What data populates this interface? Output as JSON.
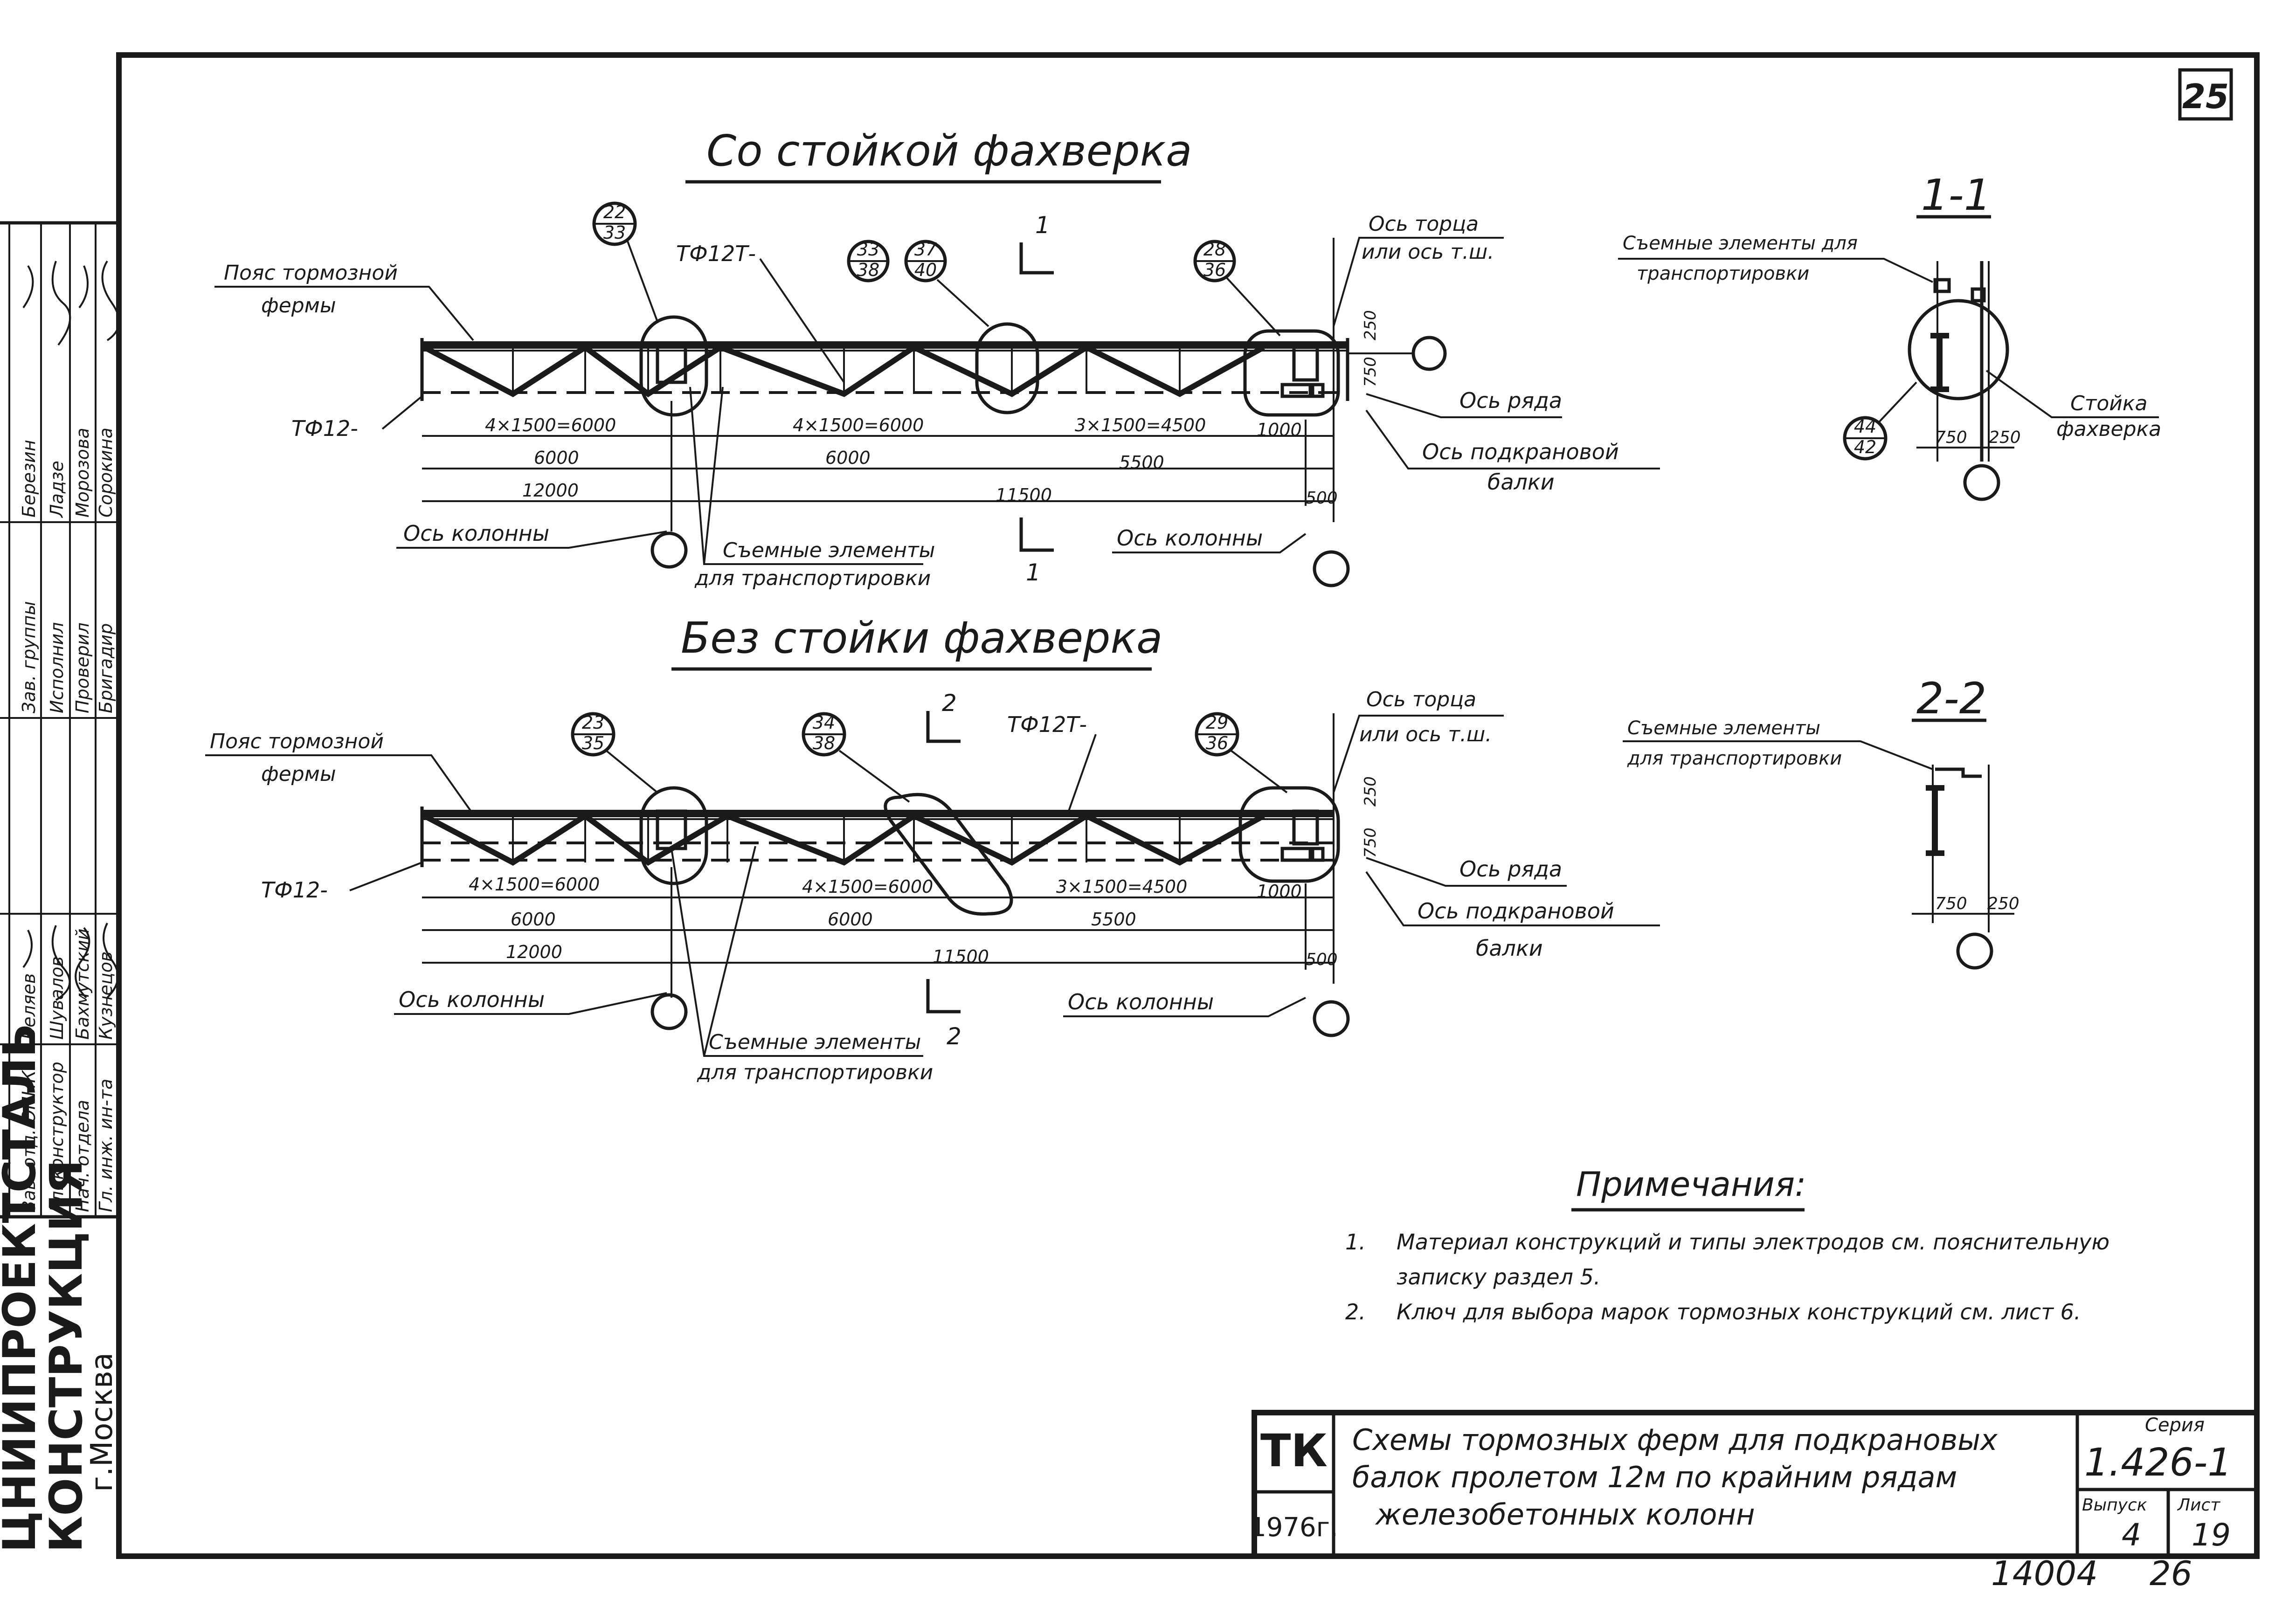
{
  "sheet": {
    "page_number": "25",
    "archive_number": "14004",
    "archive_page": "26"
  },
  "org": {
    "line1": "ЦНИИПРОЕКТСТАЛЬ",
    "line2": "КОНСТРУКЦИЯ",
    "line3": "г.Москва"
  },
  "approvals": {
    "roles": [
      "Гл. инж. ин-та",
      "Нач. отдела",
      "Гл. конструктор",
      "Зав. отд. ОПНК",
      "Бригадир",
      "Проверил",
      "Исполнил",
      "Зав. группы"
    ],
    "names": [
      "Кузнецов",
      "Бахмутский",
      "Шувалов",
      "Беляев",
      "Сорокина",
      "Морозова",
      "Ладзе",
      "Березин"
    ]
  },
  "diagram1": {
    "title": "Со стойкой фахверка",
    "chord_label": [
      "Пояс тормозной",
      "фермы"
    ],
    "truss_mark": "ТФ12Т-",
    "end_mark": "ТФ12-",
    "bubbles": [
      {
        "top": "22",
        "bottom": "33"
      },
      {
        "top": "33",
        "bottom": "38"
      },
      {
        "top": "37",
        "bottom": "40"
      },
      {
        "top": "28",
        "bottom": "36"
      }
    ],
    "section_mark": "1",
    "end_axis": [
      "Ось торца",
      "или ось т.ш."
    ],
    "row_axis": "Ось ряда",
    "beam_axis": [
      "Ось подкрановой",
      "балки"
    ],
    "column_axis_left": "Ось колонны",
    "column_axis_right": "Ось колонны",
    "removable": [
      "Съемные элементы",
      "для транспортировки"
    ],
    "dims_row1": [
      "4×1500=6000",
      "4×1500=6000",
      "3×1500=4500",
      "1000"
    ],
    "dims_row2": [
      "6000",
      "6000",
      "5500"
    ],
    "dims_row3": [
      "12000",
      "11500",
      "500"
    ],
    "vert_dims": [
      "250",
      "750"
    ]
  },
  "diagram2": {
    "title": "Без стойки фахверка",
    "chord_label": [
      "Пояс тормозной",
      "фермы"
    ],
    "truss_mark": "ТФ12Т-",
    "end_mark": "ТФ12-",
    "bubbles": [
      {
        "top": "23",
        "bottom": "35"
      },
      {
        "top": "34",
        "bottom": "38"
      },
      {
        "top": "29",
        "bottom": "36"
      }
    ],
    "section_mark": "2",
    "end_axis": [
      "Ось торца",
      "или ось т.ш."
    ],
    "row_axis": "Ось ряда",
    "beam_axis": [
      "Ось подкрановой",
      "балки"
    ],
    "column_axis_left": "Ось колонны",
    "column_axis_right": "Ось колонны",
    "removable": [
      "Съемные элементы",
      "для транспортировки"
    ],
    "dims_row1": [
      "4×1500=6000",
      "4×1500=6000",
      "3×1500=4500",
      "1000"
    ],
    "dims_row2": [
      "6000",
      "6000",
      "5500"
    ],
    "dims_row3": [
      "12000",
      "11500",
      "500"
    ],
    "vert_dims": [
      "250",
      "750"
    ]
  },
  "section1": {
    "title": "1-1",
    "removable": [
      "Съемные элементы для",
      "транспортировки"
    ],
    "bubble": {
      "top": "44",
      "bottom": "42"
    },
    "post_label": [
      "Стойка",
      "фахверка"
    ],
    "dims": [
      "750",
      "250"
    ]
  },
  "section2": {
    "title": "2-2",
    "removable": [
      "Съемные элементы",
      "для транспортировки"
    ],
    "dims": [
      "750",
      "250"
    ]
  },
  "notes": {
    "heading": "Примечания:",
    "items": [
      {
        "num": "1.",
        "lines": [
          "Материал конструкций и типы электродов см. пояснительную",
          "записку раздел 5."
        ]
      },
      {
        "num": "2.",
        "lines": [
          "Ключ для выбора марок тормозных конструкций см. лист 6."
        ]
      }
    ]
  },
  "title_block": {
    "code": "ТК",
    "year": "1976г.",
    "title": [
      "Схемы тормозных ферм для подкрановых",
      "балок пролетом 12м по крайним рядам",
      "железобетонных колонн"
    ],
    "series_label": "Серия",
    "series": "1.426-1",
    "issue_label": "Выпуск",
    "issue": "4",
    "sheet_label": "Лист",
    "sheet": "19"
  }
}
